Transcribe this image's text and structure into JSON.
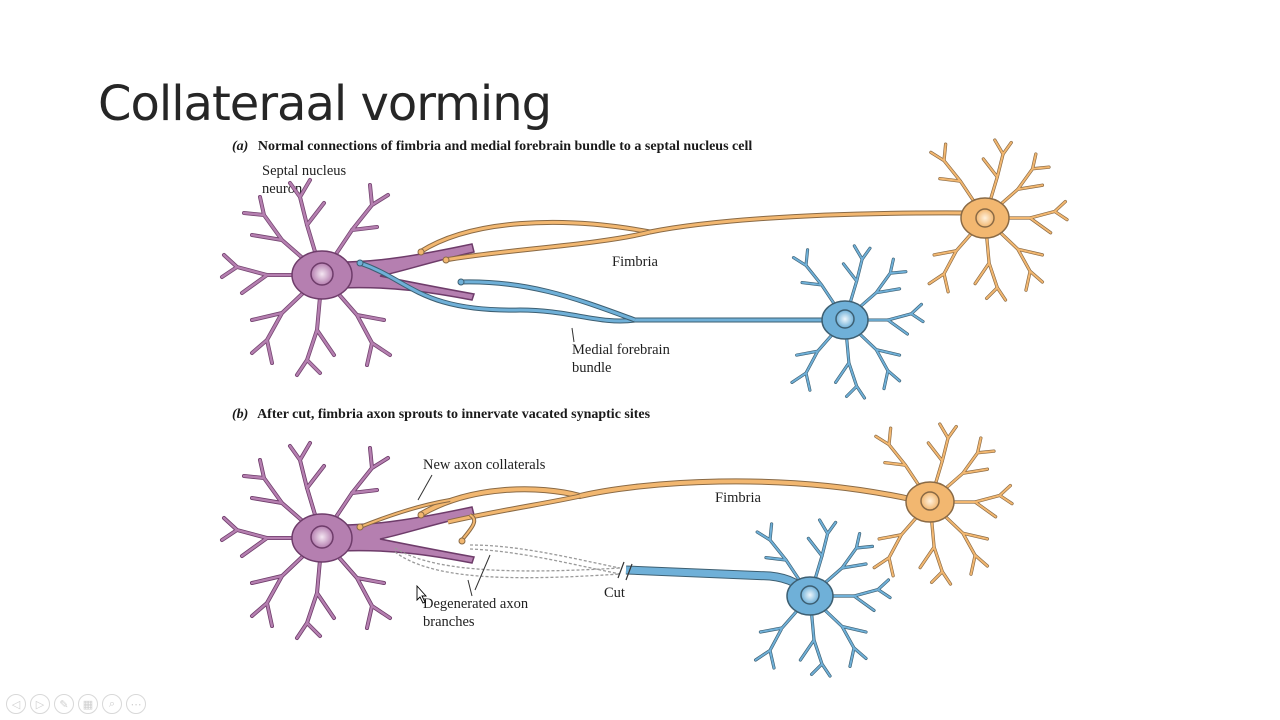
{
  "slide": {
    "title": "Collateraal vorming"
  },
  "figure": {
    "panel_a": {
      "letter": "(a)",
      "caption": "Normal connections of fimbria and medial forebrain bundle to a septal nucleus cell",
      "label_neuron_line1": "Septal nucleus",
      "label_neuron_line2": "neuron",
      "label_fimbria": "Fimbria",
      "label_mfb_line1": "Medial forebrain",
      "label_mfb_line2": "bundle"
    },
    "panel_b": {
      "letter": "(b)",
      "caption": "After cut, fimbria axon sprouts to innervate vacated synaptic sites",
      "label_collaterals": "New axon collaterals",
      "label_fimbria": "Fimbria",
      "label_degenerated_line1": "Degenerated axon",
      "label_degenerated_line2": "branches",
      "label_cut": "Cut"
    }
  },
  "colors": {
    "septal": "#b57fb0",
    "septal_dark": "#6e3c6a",
    "fimbria": "#f2b770",
    "fimbria_dark": "#8a6a45",
    "mfb": "#6fb0d8",
    "mfb_dark": "#3d5f72"
  },
  "toolbar": {
    "prev_icon": "prev-arrow-icon",
    "next_icon": "next-arrow-icon",
    "pen_icon": "pen-icon",
    "slides_icon": "grid-icon",
    "zoom_icon": "magnifier-icon",
    "more_icon": "more-icon"
  }
}
